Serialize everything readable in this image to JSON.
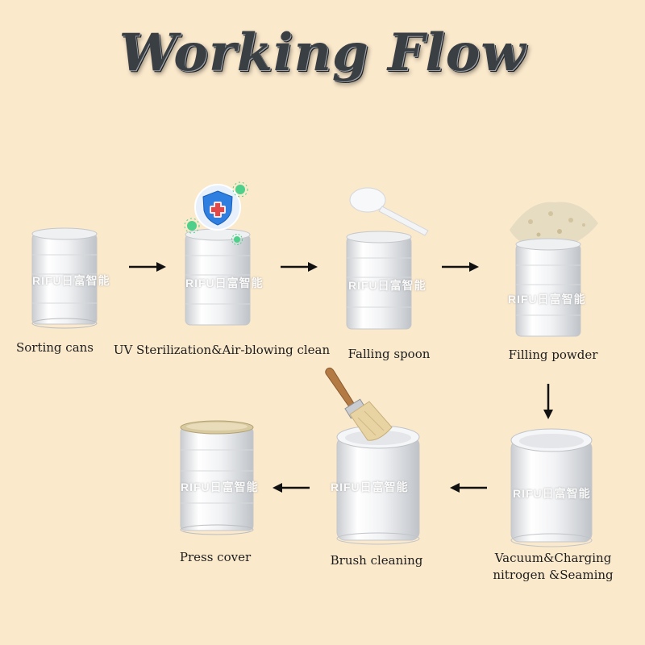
{
  "title": "Working Flow",
  "brand_mark": "RIFU日富智能",
  "steps": [
    {
      "label": "Sorting cans"
    },
    {
      "label": "UV Sterilization&Air-blowing clean"
    },
    {
      "label": "Falling spoon"
    },
    {
      "label": "Filling powder"
    },
    {
      "label": "Vacuum&Charging nitrogen &Seaming"
    },
    {
      "label": "Brush cleaning"
    },
    {
      "label": "Press cover"
    }
  ],
  "icons": [
    "shield-plus-icon",
    "virus-icon",
    "measuring-spoon-icon",
    "powder-pile-icon",
    "paint-brush-icon"
  ],
  "colors": {
    "background": "#fbe9cc",
    "shield": "#2f7fe0",
    "virus": "#4fd08a",
    "cover": "#c9b98a"
  }
}
